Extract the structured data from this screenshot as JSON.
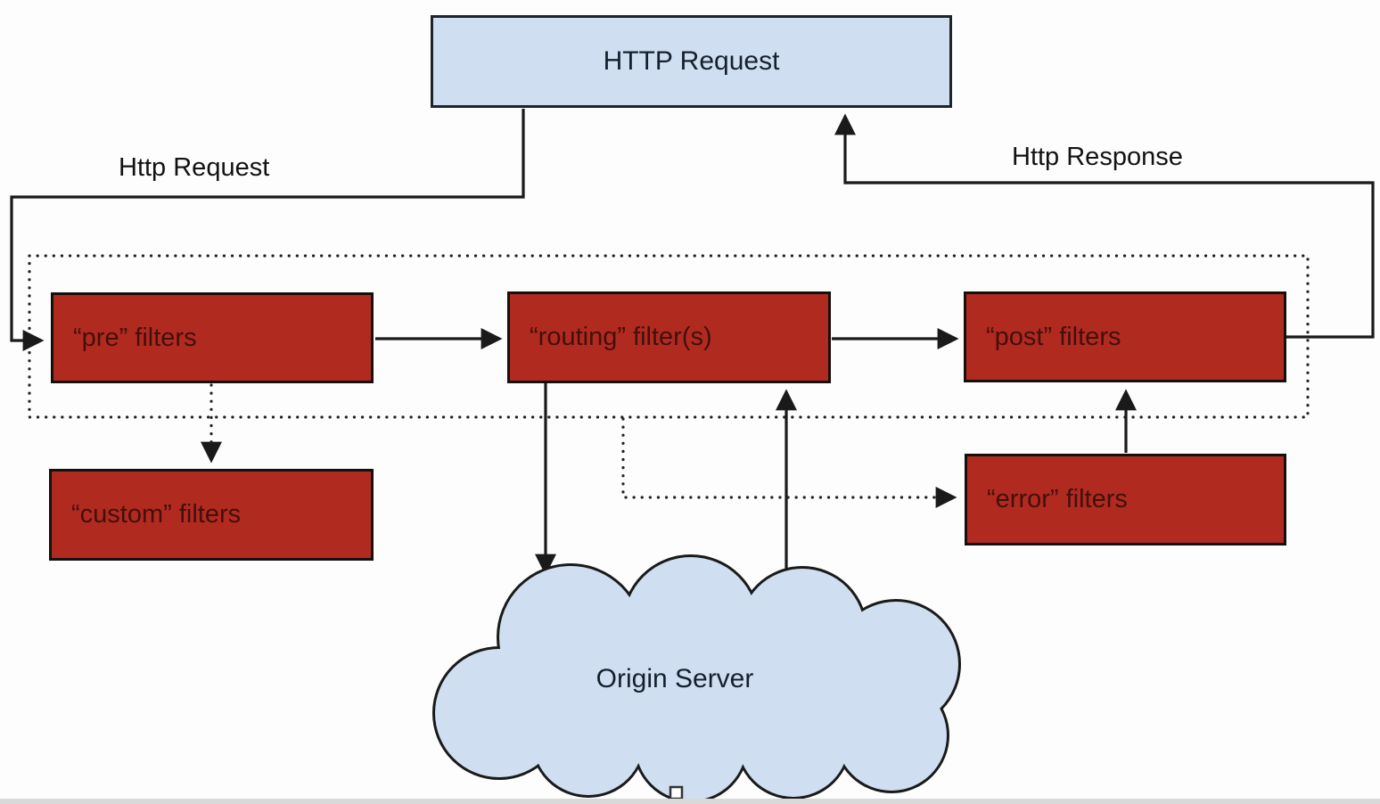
{
  "diagram": {
    "title_box": {
      "label": "HTTP Request"
    },
    "edge_labels": {
      "request": "Http Request",
      "response": "Http Response"
    },
    "filter_boxes": {
      "pre": "“pre” filters",
      "routing": "“routing” filter(s)",
      "post": "“post” filters",
      "custom": "“custom” filters",
      "error": "“error” filters"
    },
    "cloud": {
      "label": "Origin Server"
    },
    "colors": {
      "box_blue_fill": "#cfdff1",
      "box_red_fill": "#b12a20",
      "red_box_text": "#43100b",
      "line": "#1a1a1a",
      "bottom_bar": "#d9d9d9"
    }
  }
}
